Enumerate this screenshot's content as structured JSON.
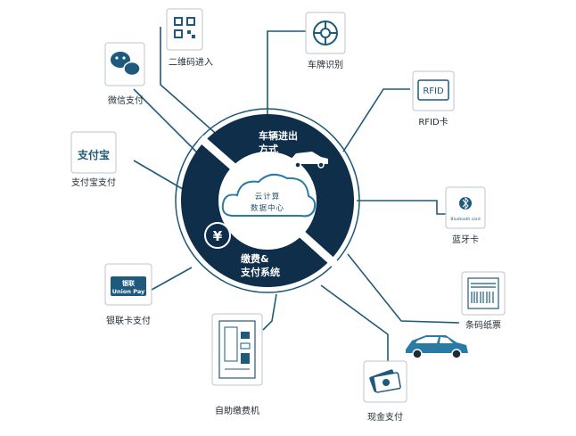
{
  "hub": {
    "top_label_1": "车辆进出",
    "top_label_2": "方式",
    "center_1": "云计算",
    "center_2": "数据中心",
    "bottom_label_1": "缴费&",
    "bottom_label_2": "支付系统",
    "yen_symbol": "¥"
  },
  "nodes": {
    "qrcode": "二维码进入",
    "plate": "车牌识别",
    "wechat": "微信支付",
    "rfid": "RFID卡",
    "rfid_card_text": "RFID",
    "alipay": "支付宝支付",
    "alipay_logo_text": "支付宝",
    "bluetooth": "蓝牙卡",
    "bluetooth_card_text": "Bluetooth card",
    "unionpay": "银联卡支付",
    "unionpay_top": "银联",
    "unionpay_bottom": "Union Pay",
    "barcode": "条码纸票",
    "kiosk": "自助缴费机",
    "cash": "现金支付"
  },
  "colors": {
    "hub_dark": "#0f2e4a",
    "line": "#1f5a78",
    "icon": "#1e5a7c",
    "accent_car": "#2a7aa6"
  }
}
